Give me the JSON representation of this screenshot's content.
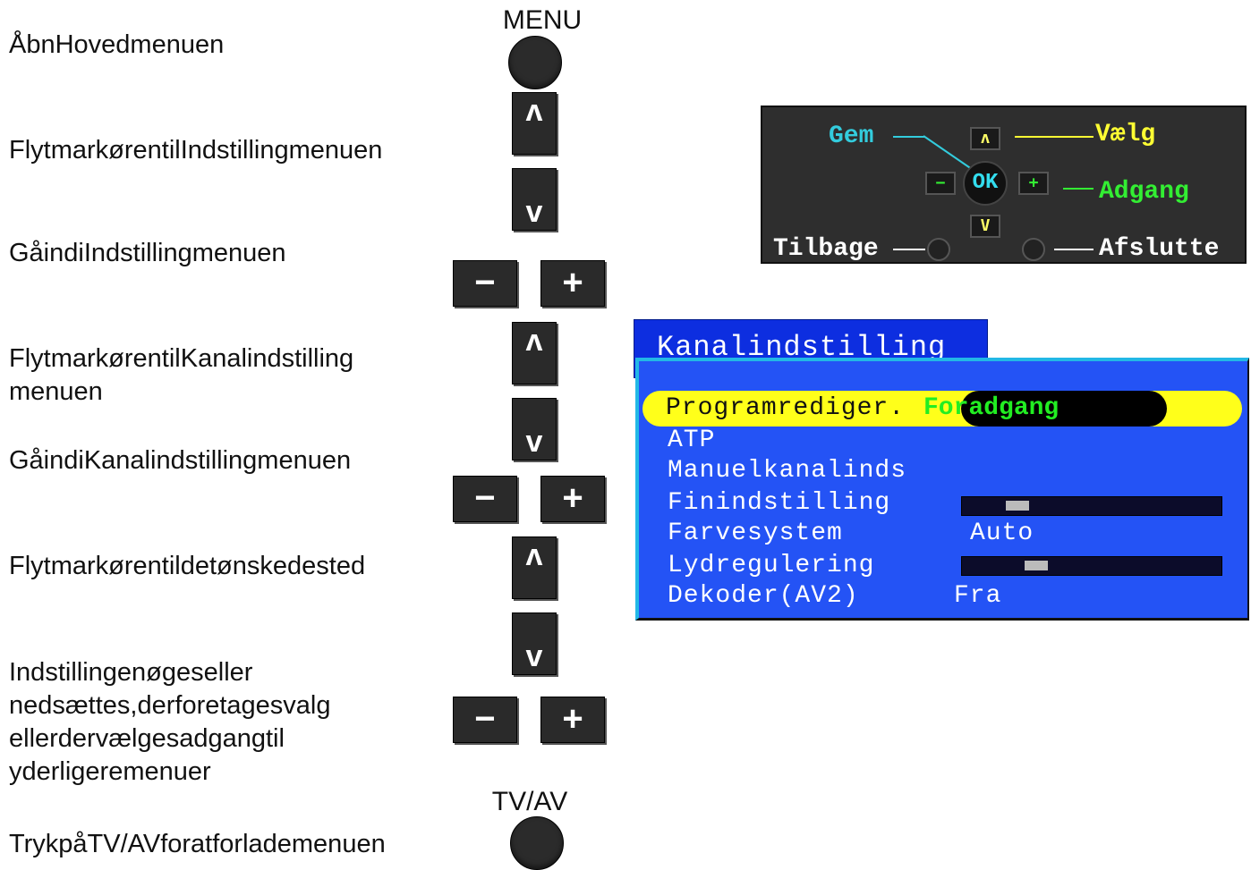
{
  "instructions": [
    "ÅbnHovedmenuen",
    "FlytmarkørentilIndstillingmenuen",
    "GåindiIndstillingmenuen",
    "FlytmarkørentilKanalindstilling menuen",
    "GåindiKanalindstillingmenuen",
    "Flytmarkørentildetønskedested",
    "Indstillingenøgeseller nedsættes,derforetagesvalg ellerdervælgesadgangtil yderligeremenuer",
    "TrykpåTV/AVforatforlademenuen"
  ],
  "buttons": {
    "menu_label": "MENU",
    "tvav_label": "TV/AV",
    "up_symbol": "ʌ",
    "down_symbol": "v",
    "minus_symbol": "−",
    "plus_symbol": "+"
  },
  "remote_panel": {
    "gem": "Gem",
    "vaelg": "Vælg",
    "adgang": "Adgang",
    "tilbage": "Tilbage",
    "afslutte": "Afslutte",
    "ok": "OK",
    "key_up": "ʌ",
    "key_down": "V",
    "key_minus": "−",
    "key_plus": "+",
    "colors": {
      "gem": "#33ccdd",
      "vaelg": "#ffff33",
      "adgang": "#33ee33",
      "white": "#ffffff"
    }
  },
  "osd": {
    "title": "Kanalindstilling",
    "selected_item": "Programrediger.",
    "selected_hint": "Foradgang",
    "items": [
      "ATP",
      "Manuelkanalinds",
      "Finindstilling",
      "Farvesystem",
      "Lydregulering",
      "Dekoder(AV2)"
    ],
    "farvesystem_value": "Auto",
    "dekoder_value": "Fra",
    "finindstilling_level": 0.17,
    "lydregulering_level": 0.24,
    "colors": {
      "tab": "#0d2ee0",
      "body": "#2453f5",
      "highlight": "#ffff1a",
      "hint": "#22ee22"
    }
  }
}
